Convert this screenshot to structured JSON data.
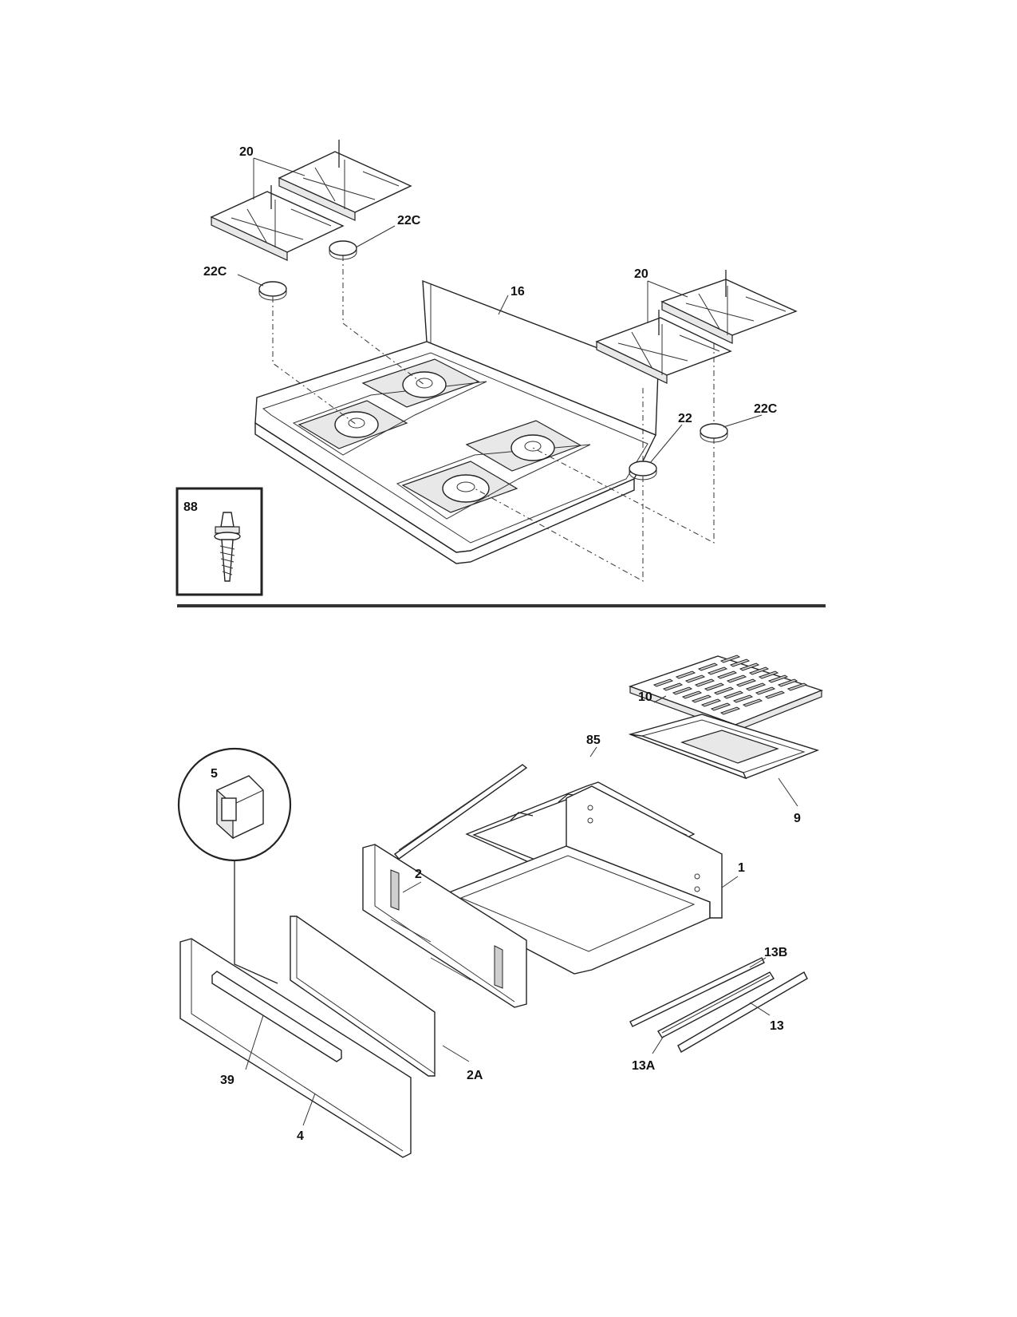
{
  "callouts": {
    "grate_top_left": "20",
    "cap_top_left_upper": "22C",
    "cap_top_left_lower": "22C",
    "cooktop": "16",
    "grate_top_right": "20",
    "cap_right_22": "22",
    "cap_right_22c": "22C",
    "inset_screw": "88",
    "broil_grid": "10",
    "rack": "85",
    "broil_pan": "9",
    "drawer_body": "1",
    "drawer_back": "2",
    "bumper_inset": "5",
    "glide_13b": "13B",
    "glide_13": "13",
    "glide_13a": "13A",
    "drawer_liner": "2A",
    "handle": "39",
    "drawer_front": "4"
  }
}
